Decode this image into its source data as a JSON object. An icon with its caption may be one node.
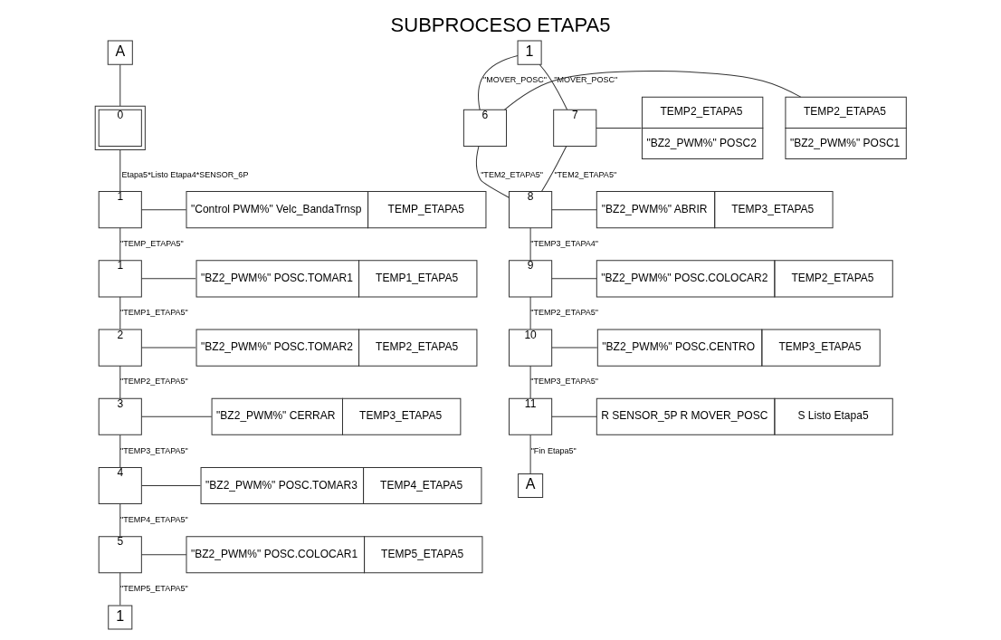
{
  "diagram": {
    "title": "SUBPROCESO ETAPA5",
    "nodes": [
      {
        "text": [
          "A"
        ]
      },
      {
        "text": [
          "0"
        ]
      },
      {
        "text": [
          "1"
        ]
      },
      {
        "text": [
          "\"Control PWM%\" Velc_BandaTrnsp",
          "TEMP_ETAPA5"
        ]
      },
      {
        "text": [
          "1"
        ]
      },
      {
        "text": [
          "\"BZ2_PWM%\" POSC.TOMAR1",
          "TEMP1_ETAPA5"
        ]
      },
      {
        "text": [
          "2"
        ]
      },
      {
        "text": [
          "\"BZ2_PWM%\" POSC.TOMAR2",
          "TEMP2_ETAPA5"
        ]
      },
      {
        "text": [
          "3"
        ]
      },
      {
        "text": [
          "\"BZ2_PWM%\" CERRAR",
          "TEMP3_ETAPA5"
        ]
      },
      {
        "text": [
          "4"
        ]
      },
      {
        "text": [
          "\"BZ2_PWM%\" POSC.TOMAR3",
          "TEMP4_ETAPA5"
        ]
      },
      {
        "text": [
          "5"
        ]
      },
      {
        "text": [
          "\"BZ2_PWM%\" POSC.COLOCAR1",
          "TEMP5_ETAPA5"
        ]
      },
      {
        "text": [
          "1"
        ]
      },
      {
        "text": [
          "1"
        ]
      },
      {
        "text": [
          "6"
        ]
      },
      {
        "text": [
          "TEMP2_ETAPA5",
          "\"BZ2_PWM%\" POSC1"
        ]
      },
      {
        "text": [
          "7"
        ]
      },
      {
        "text": [
          "TEMP2_ETAPA5",
          "\"BZ2_PWM%\" POSC2"
        ]
      },
      {
        "text": [
          "8"
        ]
      },
      {
        "text": [
          "\"BZ2_PWM%\" ABRIR",
          "TEMP3_ETAPA5"
        ]
      },
      {
        "text": [
          "9"
        ]
      },
      {
        "text": [
          "\"BZ2_PWM%\" POSC.COLOCAR2",
          "TEMP2_ETAPA5"
        ]
      },
      {
        "text": [
          "10"
        ]
      },
      {
        "text": [
          "\"BZ2_PWM%\" POSC.CENTRO",
          "TEMP3_ETAPA5"
        ]
      },
      {
        "text": [
          "11"
        ]
      },
      {
        "text": [
          "R SENSOR_5P R MOVER_POSC",
          "S Listo Etapa5"
        ]
      },
      {
        "text": [
          "A"
        ]
      }
    ],
    "edges": [
      {
        "from": 0,
        "to": 1,
        "arrow": "none"
      },
      {
        "from": 1,
        "to": 2,
        "arrow": "none",
        "label": "Etapa5*Listo Etapa4*SENSOR_6P"
      },
      {
        "from": 2,
        "to": 3,
        "arrow": "none"
      },
      {
        "from": 2,
        "to": 4,
        "arrow": "none",
        "label": "\"TEMP_ETAPA5\""
      },
      {
        "from": 4,
        "to": 5,
        "arrow": "none"
      },
      {
        "from": 4,
        "to": 6,
        "arrow": "none",
        "label": "\"TEMP1_ETAPA5\""
      },
      {
        "from": 6,
        "to": 7,
        "arrow": "none"
      },
      {
        "from": 6,
        "to": 8,
        "arrow": "none",
        "label": "\"TEMP2_ETAPA5\""
      },
      {
        "from": 8,
        "to": 9,
        "arrow": "none"
      },
      {
        "from": 8,
        "to": 10,
        "arrow": "none",
        "label": "\"TEMP3_ETAPA5\""
      },
      {
        "from": 10,
        "to": 11,
        "arrow": "none"
      },
      {
        "from": 10,
        "to": 12,
        "arrow": "none",
        "label": "\"TEMP4_ETAPA5\""
      },
      {
        "from": 12,
        "to": 13,
        "arrow": "none"
      },
      {
        "from": 12,
        "to": 14,
        "arrow": "none",
        "label": "\"TEMP5_ETAPA5\""
      },
      {
        "from": 15,
        "to": 16,
        "arrow": "none",
        "label": "\"MOVER_POSC\""
      },
      {
        "from": 16,
        "to": 17,
        "arrow": "none"
      },
      {
        "from": 15,
        "to": 18,
        "arrow": "none",
        "label": "\"MOVER_POSC\""
      },
      {
        "from": 18,
        "to": 19,
        "arrow": "none"
      },
      {
        "from": 16,
        "to": 20,
        "arrow": "none",
        "label": "\"TEM2_ETAPA5\""
      },
      {
        "from": 18,
        "to": 20,
        "arrow": "none",
        "label": "\"TEM2_ETAPA5\""
      },
      {
        "from": 20,
        "to": 21,
        "arrow": "none"
      },
      {
        "from": 20,
        "to": 22,
        "arrow": "none",
        "label": "\"TEMP3_ETAPA4\""
      },
      {
        "from": 22,
        "to": 23,
        "arrow": "none"
      },
      {
        "from": 22,
        "to": 24,
        "arrow": "none",
        "label": "\"TEMP2_ETAPA5\""
      },
      {
        "from": 24,
        "to": 25,
        "arrow": "none"
      },
      {
        "from": 24,
        "to": 26,
        "arrow": "none",
        "label": "\"TEMP3_ETAPA5\""
      },
      {
        "from": 26,
        "to": 27,
        "arrow": "none"
      },
      {
        "from": 26,
        "to": 28,
        "arrow": "none",
        "label": "\"Fin Etapa5\""
      }
    ]
  }
}
